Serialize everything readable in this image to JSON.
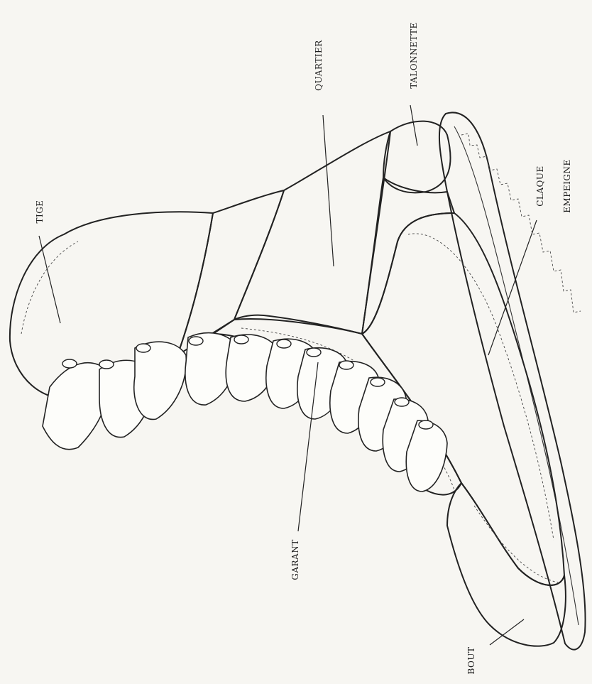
{
  "diagram": {
    "labels": {
      "tige": "TIGE",
      "quartier": "QUARTIER",
      "talonnette": "TALONNETTE",
      "claque": "CLAQUE",
      "empeigne": "EMPEIGNE",
      "garant": "GARANT",
      "bout": "BOUT"
    }
  }
}
